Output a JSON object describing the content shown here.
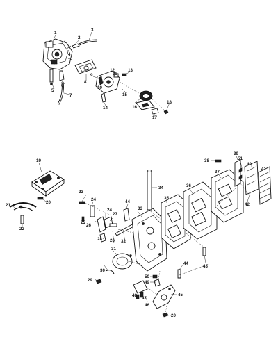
{
  "callouts": [
    {
      "id": "c1",
      "text": "1"
    },
    {
      "id": "c2",
      "text": "2"
    },
    {
      "id": "c3",
      "text": "3"
    },
    {
      "id": "c4",
      "text": "4"
    },
    {
      "id": "c5",
      "text": "5"
    },
    {
      "id": "c6",
      "text": "6"
    },
    {
      "id": "c7",
      "text": "7"
    },
    {
      "id": "c8",
      "text": "8"
    },
    {
      "id": "c9",
      "text": "9"
    },
    {
      "id": "c10",
      "text": "10"
    },
    {
      "id": "c11",
      "text": "11"
    },
    {
      "id": "c12",
      "text": "12"
    },
    {
      "id": "c13",
      "text": "13"
    },
    {
      "id": "c14",
      "text": "14"
    },
    {
      "id": "c15",
      "text": "15"
    },
    {
      "id": "c16",
      "text": "16"
    },
    {
      "id": "c17",
      "text": "17"
    },
    {
      "id": "c18",
      "text": "18"
    },
    {
      "id": "c19",
      "text": "19"
    },
    {
      "id": "c20a",
      "text": "20"
    },
    {
      "id": "c21",
      "text": "21"
    },
    {
      "id": "c22",
      "text": "22"
    },
    {
      "id": "c23",
      "text": "23"
    },
    {
      "id": "c24a",
      "text": "24"
    },
    {
      "id": "c25",
      "text": "25"
    },
    {
      "id": "c26a",
      "text": "26"
    },
    {
      "id": "c24b",
      "text": "24"
    },
    {
      "id": "c27",
      "text": "27"
    },
    {
      "id": "c26b",
      "text": "26"
    },
    {
      "id": "c28",
      "text": "28"
    },
    {
      "id": "c32",
      "text": "32"
    },
    {
      "id": "c33",
      "text": "33"
    },
    {
      "id": "c44a",
      "text": "44"
    },
    {
      "id": "c31",
      "text": "31"
    },
    {
      "id": "c30",
      "text": "30"
    },
    {
      "id": "c29",
      "text": "29"
    },
    {
      "id": "c34",
      "text": "34"
    },
    {
      "id": "c35",
      "text": "35"
    },
    {
      "id": "c36",
      "text": "36"
    },
    {
      "id": "c37",
      "text": "37"
    },
    {
      "id": "c38",
      "text": "38"
    },
    {
      "id": "c39",
      "text": "39"
    },
    {
      "id": "c51",
      "text": "51"
    },
    {
      "id": "c40",
      "text": "40"
    },
    {
      "id": "c41",
      "text": "41"
    },
    {
      "id": "c42",
      "text": "42"
    },
    {
      "id": "c43",
      "text": "43"
    },
    {
      "id": "c44b",
      "text": "44"
    },
    {
      "id": "c50",
      "text": "50"
    },
    {
      "id": "c49",
      "text": "49"
    },
    {
      "id": "c47",
      "text": "47"
    },
    {
      "id": "c48",
      "text": "48"
    },
    {
      "id": "c46",
      "text": "46"
    },
    {
      "id": "c45",
      "text": "45"
    },
    {
      "id": "c20b",
      "text": "20"
    }
  ]
}
